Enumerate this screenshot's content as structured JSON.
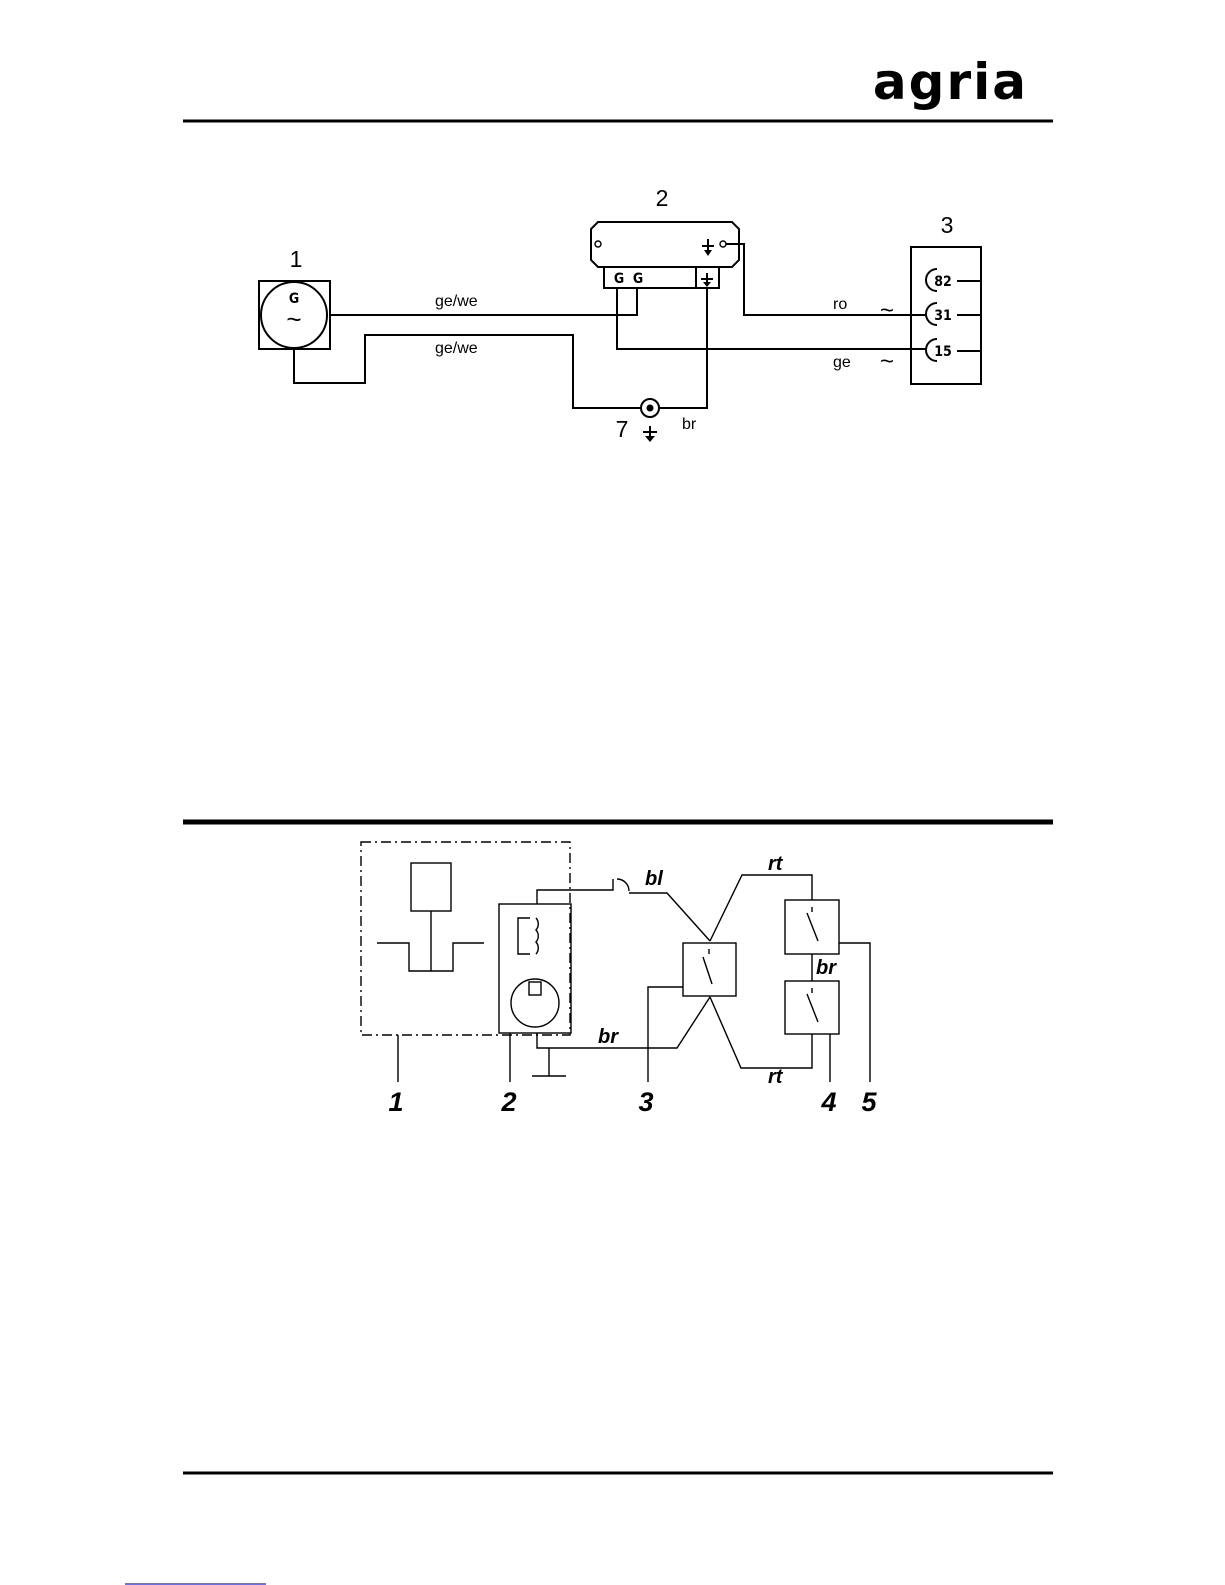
{
  "header": {
    "logo_text": "agria"
  },
  "diagram1": {
    "components": {
      "generator": {
        "number": "1",
        "symbol": "G",
        "wave": "~"
      },
      "regulator": {
        "number": "2",
        "terminal_g1": "G",
        "terminal_g2": "G"
      },
      "switch": {
        "number": "3",
        "terminal_a": "82",
        "terminal_b": "31",
        "terminal_c": "15"
      },
      "ground": {
        "number": "7"
      }
    },
    "wires": {
      "upper": "ge/we",
      "lower": "ge/we",
      "ro": "ro",
      "ge": "ge",
      "br": "br",
      "tilde": "~"
    }
  },
  "diagram2": {
    "callouts": [
      "1",
      "2",
      "3",
      "4",
      "5"
    ],
    "wires": {
      "bl": "bl",
      "br_left": "br",
      "rt_top": "rt",
      "rt_bottom": "rt",
      "br_right": "br"
    }
  }
}
